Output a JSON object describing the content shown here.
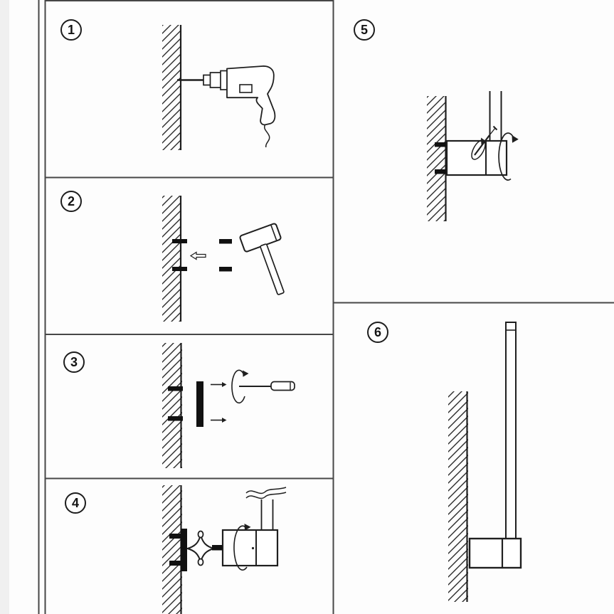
{
  "document": {
    "kind": "assembly-instruction-sheet",
    "ink_color": "#1f1f1f",
    "frame_color": "#474747",
    "panel_background": "#ffffff",
    "left_margin_color": "#f0f0f0"
  },
  "steps": [
    {
      "number": "1",
      "illustration": "drill-hole-in-wall"
    },
    {
      "number": "2",
      "illustration": "hammer-anchors-into-wall"
    },
    {
      "number": "3",
      "illustration": "screw-mounting-plate-with-screwdriver"
    },
    {
      "number": "4",
      "illustration": "mount-lamp-base-on-bracket"
    },
    {
      "number": "5",
      "illustration": "insert-tube-and-tighten-set-screw"
    },
    {
      "number": "6",
      "illustration": "finished-wall-lamp"
    }
  ]
}
